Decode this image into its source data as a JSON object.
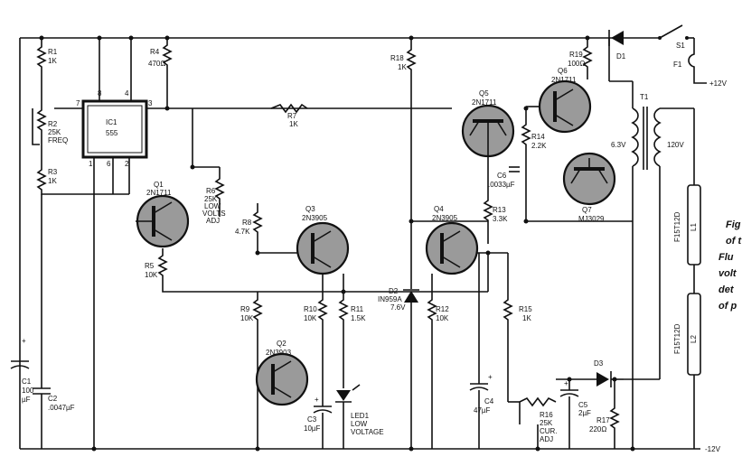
{
  "ic": {
    "name_line1": "IC1",
    "name_line2": "555",
    "pin7": "7",
    "pin8": "8",
    "pin4": "4",
    "pin3": "3",
    "pin1": "1",
    "pin6": "6",
    "pin2": "2"
  },
  "resistors": {
    "r1": [
      "R1",
      "1K"
    ],
    "r2": [
      "R2",
      "25K",
      "FREQ"
    ],
    "r3": [
      "R3",
      "1K"
    ],
    "r4": [
      "R4",
      "470Ω"
    ],
    "r5": [
      "R5",
      "10K"
    ],
    "r6": [
      "R6",
      "25K",
      "LOW",
      "VOLTS",
      "ADJ"
    ],
    "r7": [
      "R7",
      "1K"
    ],
    "r8": [
      "R8",
      "4.7K"
    ],
    "r9": [
      "R9",
      "10K"
    ],
    "r10": [
      "R10",
      "10K"
    ],
    "r11": [
      "R11",
      "1.5K"
    ],
    "r12": [
      "R12",
      "10K"
    ],
    "r13": [
      "R13",
      "3.3K"
    ],
    "r14": [
      "R14",
      "2.2K"
    ],
    "r15": [
      "R15",
      "1K"
    ],
    "r16": [
      "R16",
      "25K",
      "CUR.",
      "ADJ"
    ],
    "r17": [
      "R17",
      "220Ω"
    ],
    "r18": [
      "R18",
      "1K"
    ],
    "r19": [
      "R19",
      "100Ω"
    ]
  },
  "transistors": {
    "q1": [
      "Q1",
      "2N1711"
    ],
    "q2": [
      "Q2",
      "2N3903"
    ],
    "q3": [
      "Q3",
      "2N3905"
    ],
    "q4": [
      "Q4",
      "2N3905"
    ],
    "q5": [
      "Q5",
      "2N1711"
    ],
    "q6": [
      "Q6",
      "2N1711"
    ],
    "q7": [
      "Q7",
      "MJ3029"
    ]
  },
  "capacitors": {
    "c1": [
      "C1",
      "100",
      "µF"
    ],
    "c2": [
      "C2",
      ".0047µF"
    ],
    "c3": [
      "C3",
      "10µF"
    ],
    "c4": [
      "C4",
      "47µF"
    ],
    "c5": [
      "C5",
      "2µF"
    ],
    "c6": [
      "C6",
      ".0033µF"
    ]
  },
  "diodes": {
    "d1": "D1",
    "d2": [
      "D2",
      "IN959A",
      "7.6V"
    ],
    "d3": "D3"
  },
  "led": [
    "LED1",
    "LOW",
    "VOLTAGE"
  ],
  "switch": "S1",
  "fuse": "F1",
  "transformer": {
    "name": "T1",
    "primary": "6.3V",
    "secondary": "120V"
  },
  "lamps": {
    "l1": [
      "F15T12D",
      "L1"
    ],
    "l2": [
      "F15T12D",
      "L2"
    ]
  },
  "rails": {
    "positive": "+12V",
    "negative": "-12V"
  },
  "caption_fragments": [
    "Fig",
    "of t",
    "Flu",
    "volt",
    "det",
    "of p"
  ]
}
